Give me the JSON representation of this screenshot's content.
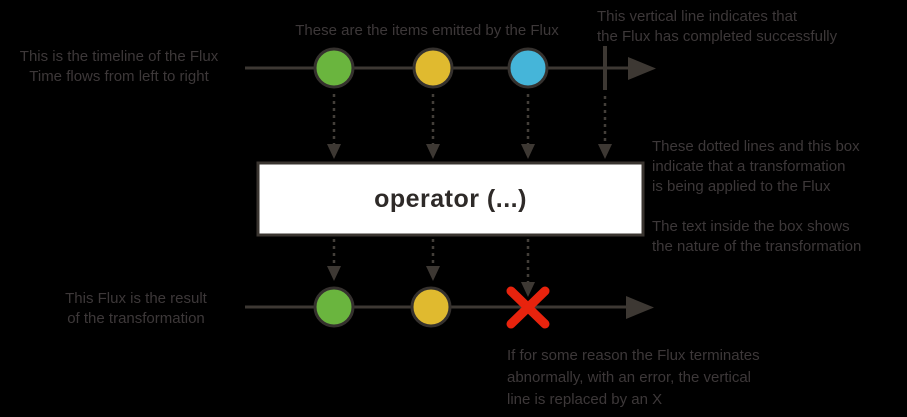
{
  "colors": {
    "background": "#000000",
    "stroke": "#3d3833",
    "annotation_text": "#3d3839",
    "green": "#6ab53e",
    "yellow": "#e0ba2f",
    "blue": "#45b5d9",
    "red": "#e8230d",
    "box_fill": "#ffffff",
    "box_border": "#3a3530",
    "box_text": "#2e2a28"
  },
  "operator_box": {
    "label": "operator (...)"
  },
  "annotations": {
    "timeline": "This is the timeline of the Flux\nTime flows from left to right",
    "items": "These are the items emitted by the Flux",
    "complete": "This vertical line indicates that\nthe Flux has completed successfully",
    "transformation": "These dotted lines and this box\nindicate that a transformation\nis being applied to the Flux",
    "box_text": "The text inside the box shows\nthe nature of the transformation",
    "result": "This Flux is the result\nof the transformation",
    "error": "If for some reason the Flux terminates\nabnormally, with an error, the vertical\nline is replaced by an X"
  },
  "source_flux": {
    "items": [
      "green",
      "yellow",
      "blue"
    ],
    "terminal": "complete"
  },
  "result_flux": {
    "items": [
      "green",
      "yellow"
    ],
    "terminal": "error"
  }
}
